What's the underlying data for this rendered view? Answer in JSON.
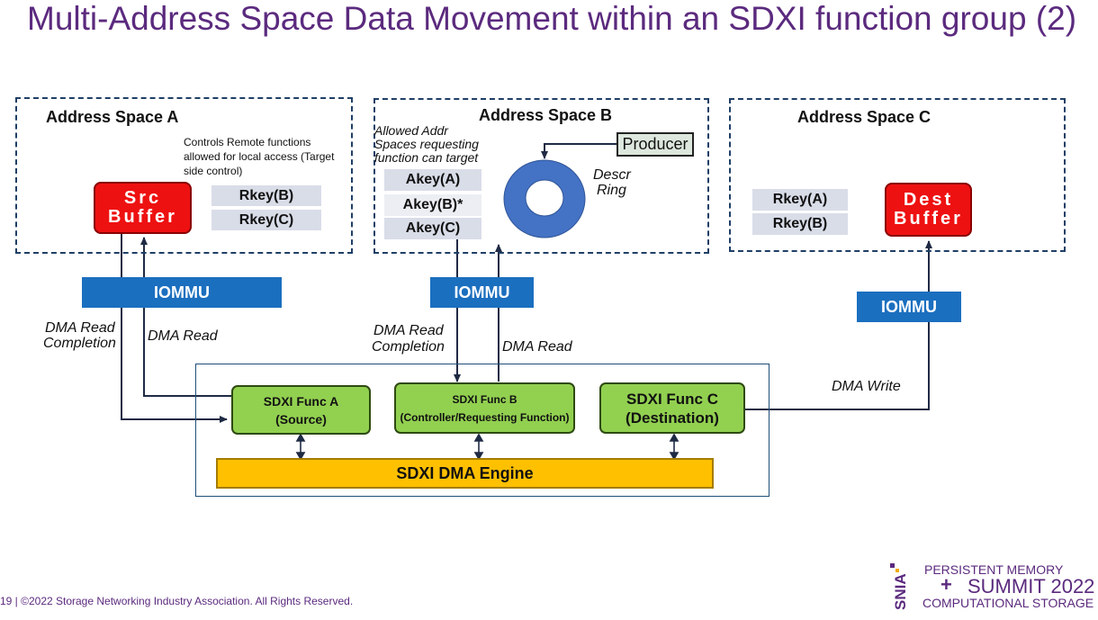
{
  "title": "Multi-Address Space Data Movement within an SDXI function group (2)",
  "space_a": {
    "label": "Address Space A",
    "note": "Controls Remote functions allowed for local access (Target side control)",
    "buffer_line1": "Src",
    "buffer_line2": "Buffer",
    "keys": [
      "Rkey(B)",
      "Rkey(C)"
    ]
  },
  "space_b": {
    "label": "Address Space B",
    "note": "Allowed Addr Spaces requesting function can target",
    "keys": [
      "Akey(A)",
      "Akey(B)*",
      "Akey(C)"
    ],
    "producer": "Producer",
    "ring_line1": "Descr",
    "ring_line2": "Ring"
  },
  "space_c": {
    "label": "Address Space C",
    "keys": [
      "Rkey(A)",
      "Rkey(B)"
    ],
    "buffer_line1": "Dest",
    "buffer_line2": "Buffer"
  },
  "iommu": "IOMMU",
  "labels": {
    "dma_read_completion_1": "DMA Read",
    "dma_read_completion_2": "Completion",
    "dma_read": "DMA Read",
    "dma_write": "DMA Write"
  },
  "funcs": {
    "a_line1": "SDXI Func A",
    "a_line2": "(Source)",
    "b_line1": "SDXI Func B",
    "b_line2": "(Controller/Requesting Function)",
    "c_line1": "SDXI Func C",
    "c_line2": "(Destination)"
  },
  "engine": "SDXI DMA Engine",
  "footer": "19 | ©2022 Storage Networking Industry Association. All Rights Reserved.",
  "logo": {
    "snia": "SNIA",
    "line1": "PERSISTENT MEMORY",
    "plus": "+",
    "line2": "SUMMIT 2022",
    "line3": "COMPUTATIONAL STORAGE"
  }
}
